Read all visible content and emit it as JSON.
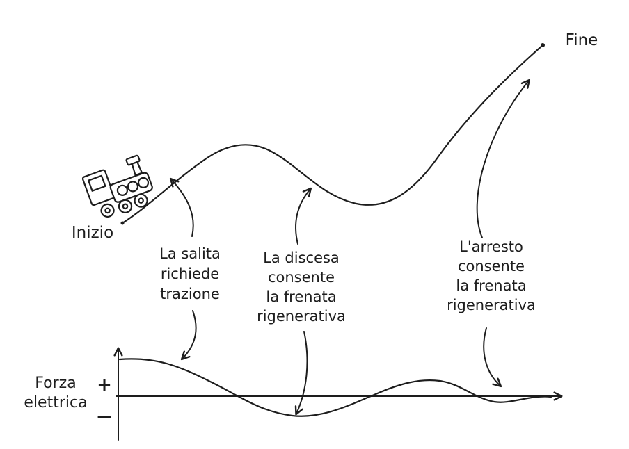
{
  "labels": {
    "fine": "Fine",
    "inizio": "Inizio"
  },
  "annotations": {
    "salita": "La salita\nrichiede\ntrazione",
    "discesa": "La discesa\nconsente\nla frenata\nrigenerativa",
    "arresto": "L'arresto\nconsente\nla frenata\nrigenerativa"
  },
  "force_axis": {
    "title": "Forza\nelettrica",
    "plus_label": "+",
    "minus_label": "−"
  },
  "colors": {
    "ink": "#1d1d1d",
    "background": "#ffffff"
  }
}
